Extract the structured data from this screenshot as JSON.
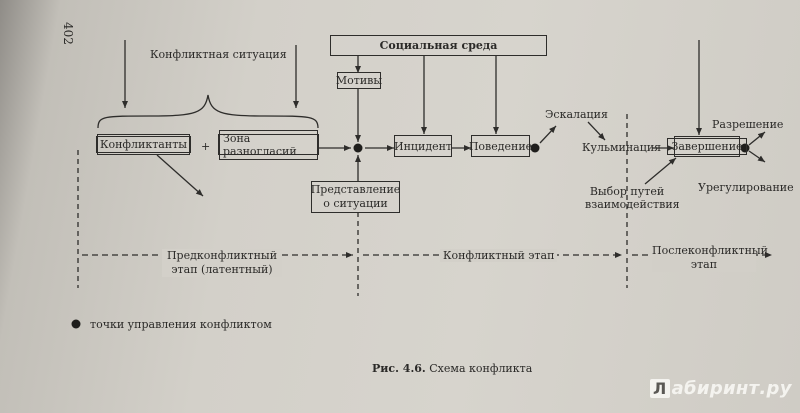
{
  "page": {
    "number": "402"
  },
  "diagram": {
    "top_label": "Конфликтная ситуация",
    "nodes": {
      "social_env": "Социальная среда",
      "motives": "Мотивы",
      "conflictants": "Конфликтанты",
      "plus": "+",
      "disagreement_zone": "Зона разногласий",
      "incident": "Инцидент",
      "behavior": "Поведение",
      "escalation": "Эскалация",
      "culmination": "Кульминация",
      "completion": "Завершение",
      "resolution": "Разрешение",
      "settlement": "Урегулирование",
      "situation_view": "Представление о ситуации",
      "choice_paths": "Выбор путей взаимодействия"
    },
    "stages": {
      "pre": "Предконфликтный этап (латентный)",
      "conflict": "Конфликтный этап",
      "post": "Послеконфликтный этап"
    },
    "legend": "точки управления конфликтом",
    "caption_prefix": "Рис. 4.6.",
    "caption_text": "Схема конфликта"
  },
  "watermark": {
    "logo": "Л",
    "text": "абиринт.ру"
  }
}
